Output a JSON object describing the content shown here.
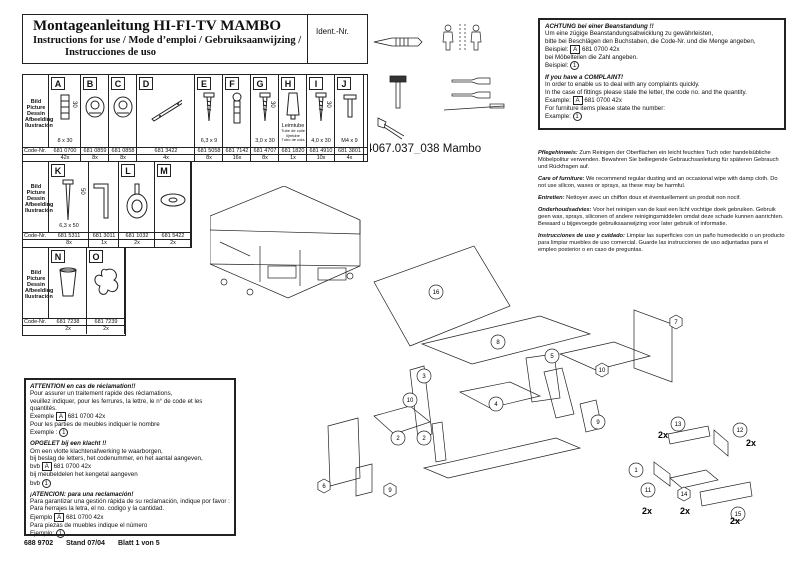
{
  "header": {
    "title": "Montageanleitung HI-FI-TV MAMBO",
    "subtitle_1": "Instructions for use / Mode d’emploi / Gebruiksaanwijzing /",
    "subtitle_2": "Instrucciones de uso",
    "ident_label": "Ident.-Nr.",
    "model": "4067.037_038 Mambo"
  },
  "row_labels": {
    "picture": [
      "Bild",
      "Picture",
      "Dessin",
      "Afbeelding",
      "Ilustración"
    ],
    "code": "Code-Nr."
  },
  "parts_row1": [
    {
      "letter": "A",
      "dim": "8 x 30",
      "code": "681 0700",
      "qty": "42x",
      "icon": "dowel-icon",
      "side": "30"
    },
    {
      "letter": "B",
      "dim": "",
      "code": "681 0859",
      "qty": "8x",
      "icon": "cam-lock-icon",
      "side": ""
    },
    {
      "letter": "C",
      "dim": "",
      "code": "681 0858",
      "qty": "8x",
      "icon": "cam-lock-icon",
      "side": ""
    },
    {
      "letter": "D",
      "dim": "",
      "code": "681 3422",
      "qty": "4x",
      "icon": "rail-icon",
      "side": ""
    },
    {
      "letter": "E",
      "dim": "6,3 x 9",
      "code": "681 5058",
      "qty": "8x",
      "icon": "screw-icon",
      "side": ""
    },
    {
      "letter": "F",
      "dim": "",
      "code": "681 7142",
      "qty": "16x",
      "icon": "connector-bolt-icon",
      "side": ""
    },
    {
      "letter": "G",
      "dim": "3,0 x 30",
      "code": "681 4707",
      "qty": "8x",
      "icon": "screw-icon",
      "side": "30"
    },
    {
      "letter": "H",
      "dim": "",
      "code": "681 1820",
      "qty": "1x",
      "icon": "glue-tube-icon",
      "side": ""
    },
    {
      "letter": "I",
      "dim": "4,0 x 30",
      "code": "681 4910",
      "qty": "10x",
      "icon": "screw-icon",
      "side": "30"
    },
    {
      "letter": "J",
      "dim": "M4 x 9",
      "code": "681 3801",
      "qty": "4x",
      "icon": "bolt-icon",
      "side": ""
    }
  ],
  "glue_text": [
    "Leimtube",
    "Tube de colle",
    "lijmtube",
    "Tubo de cola"
  ],
  "parts_row2": [
    {
      "letter": "K",
      "dim": "6,3 x 50",
      "code": "681 5311",
      "qty": "8x",
      "icon": "long-screw-icon",
      "side": "50"
    },
    {
      "letter": "",
      "dim": "",
      "code": "681 3011",
      "qty": "1x",
      "icon": "hex-key-icon",
      "side": ""
    },
    {
      "letter": "L",
      "dim": "",
      "code": "681 1032",
      "qty": "2x",
      "icon": "castor-wheel-icon",
      "side": ""
    },
    {
      "letter": "M",
      "dim": "",
      "code": "681 5422",
      "qty": "2x",
      "icon": "washer-icon",
      "side": ""
    }
  ],
  "parts_row3": [
    {
      "letter": "N",
      "code": "681 7238",
      "qty": "2x",
      "icon": "cup-icon"
    },
    {
      "letter": "O",
      "code": "681 7239",
      "qty": "2x",
      "icon": "leaf-clip-icon"
    }
  ],
  "complaint_de": {
    "heading": "ACHTUNG bei einer Beanstandung !!",
    "lines": [
      "Um eine zügige Beanstandungsabwicklung zu gewährleisten,",
      "bitte bei Beschlägen den Buchstaben, die Code-Nr. und die Menge angeben,"
    ],
    "example_label": "Beispiel:",
    "example_letter": "A",
    "example_code": "681 0700  42x",
    "line3": "bei Möbelteilen die Zahl angeben.",
    "example2_label": "Beispiel:",
    "example_num": "1"
  },
  "complaint_en": {
    "heading": "If you have a COMPLAINT!",
    "lines": [
      "In order to enable us to deal with any complaints quickly.",
      "In the case of fittings please state the letter, the code no. and the quantity."
    ],
    "example_label": "Example:",
    "example_letter": "A",
    "example_code": "681 0700  42x",
    "line3": "For furniture items please state the number:",
    "example2_label": "Example:",
    "example_num": "1"
  },
  "care": [
    {
      "head": "Pflegehinweis:",
      "text": "Zum Reinigen der Oberflächen ein leicht feuchtes Tuch oder handelsübliche Möbelpolitur verwenden. Bewahren Sie beiliegende Gebrauchsanleitung für späteren Gebrauch und Rückfragen auf."
    },
    {
      "head": "Care of furniture:",
      "text": "We recommend regular dusting and an occasional wipe with damp cloth. Do not use silicon, waxes or sprays, as these may be harmful."
    },
    {
      "head": "Entretien:",
      "text": "Nettoyer avec un chiffon doux et éventuellement un produit non nocif."
    },
    {
      "head": "Onderhoudsadvies:",
      "text": "Voor het reinigen van de kast een licht vochtige doek gebruiken. Gebruik geen wax, sprays, siliconen of andere reinigingsmiddelen omdat deze schade kunnen aanrichten. Bewaard u bijgevoegde gebruiksaanwijzing voor later gebruik of informatie."
    },
    {
      "head": "Instrucciones de uso y cuidado:",
      "text": "Limpiar las superficies con un paño humedecido o un producto para limpiar muebles de uso comercial. Guarde las instrucciones de uso adjuntadas para el empleo posterior o en caso de preguntas."
    }
  ],
  "complaint_multi": {
    "fr_head": "ATTENTION en cas de réclamation!!",
    "fr_lines": [
      "Pour assurer un traitement rapide des réclamations,",
      "veuillez indiquer, pour les ferrures, la lettre, le n° de code et les quantités."
    ],
    "fr_ex": "Exemple",
    "fr_line3": "Pour les parties de meubles indiquer le nombre",
    "fr_ex2": "Exemple :",
    "nl_head": "OPGELET bij een klacht !!",
    "nl_lines": [
      "Om een vlotte klachtenafwerking te waarborgen,",
      "bij beslag de letters, het codenummer, en het aantal aangeven,"
    ],
    "nl_ex": "bvb",
    "nl_line3": "bij meubeldelen het kengetal aangeven",
    "nl_ex2": "bvb",
    "es_head": "¡ATENCION: para una reclamación!",
    "es_lines": [
      "Para garantizar una gestión rápida de su reclamación, indique por favor :",
      "Para herrajes la letra, el no. codigo y la cantidad."
    ],
    "es_ex": "Ejemplo",
    "es_line3": "Para piezas de muebles indique el número",
    "es_ex2": "Ejemplo:",
    "letter": "A",
    "code": "681 0700  42x",
    "num": "1"
  },
  "footer": {
    "doc_no": "688 9702",
    "stand": "Stand 07/04",
    "sheet": "Blatt 1 von 5"
  },
  "panels": [
    {
      "num": "16"
    },
    {
      "num": "8"
    },
    {
      "num": "7"
    },
    {
      "num": "5"
    },
    {
      "num": "3"
    },
    {
      "num": "4"
    },
    {
      "num": "2"
    },
    {
      "num": "10"
    },
    {
      "num": "10"
    },
    {
      "num": "9"
    },
    {
      "num": "9"
    },
    {
      "num": "6"
    },
    {
      "num": "1"
    },
    {
      "num": "2"
    }
  ],
  "drawer_parts": [
    {
      "num": "13",
      "qty": "2x"
    },
    {
      "num": "12",
      "qty": "2x"
    },
    {
      "num": "11",
      "qty": "2x"
    },
    {
      "num": "14",
      "qty": "2x"
    },
    {
      "num": "15",
      "qty": "2x"
    }
  ],
  "tools": [
    "screwdriver-icon",
    "hammer-icon",
    "wrench-icon",
    "people-icon"
  ]
}
